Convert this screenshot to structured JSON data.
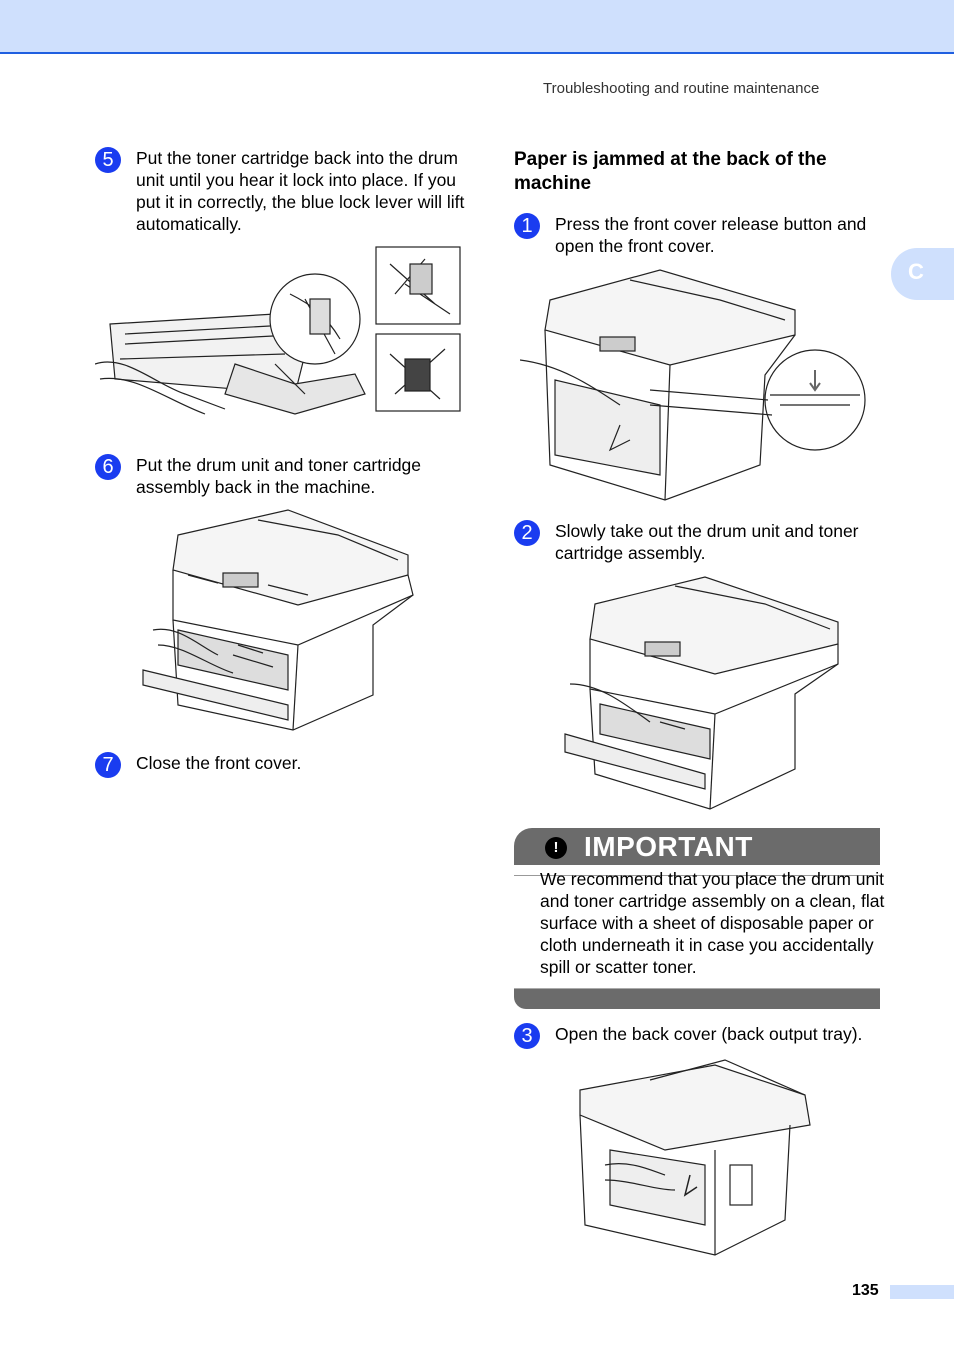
{
  "header": {
    "running_head": "Troubleshooting and routine maintenance",
    "chapter_tab": "C"
  },
  "left_column": {
    "steps": [
      {
        "number": "5",
        "text": "Put the toner cartridge back into the drum unit until you hear it lock into place. If you put it in correctly, the blue lock lever will lift automatically."
      },
      {
        "number": "6",
        "text": "Put the drum unit and toner cartridge assembly back in the machine."
      },
      {
        "number": "7",
        "text": "Close the front cover."
      }
    ]
  },
  "right_column": {
    "section_title": "Paper is jammed at the back of the machine",
    "steps": [
      {
        "number": "1",
        "text": "Press the front cover release button and open the front cover."
      },
      {
        "number": "2",
        "text": "Slowly take out the drum unit and toner cartridge assembly."
      },
      {
        "number": "3",
        "text": "Open the back cover (back output tray)."
      }
    ],
    "important": {
      "title": "IMPORTANT",
      "text": "We recommend that you place the drum unit and toner cartridge assembly on a clean, flat surface with a sheet of disposable paper or cloth underneath it in case you accidentally spill or scatter toner."
    }
  },
  "footer": {
    "page_number": "135"
  }
}
